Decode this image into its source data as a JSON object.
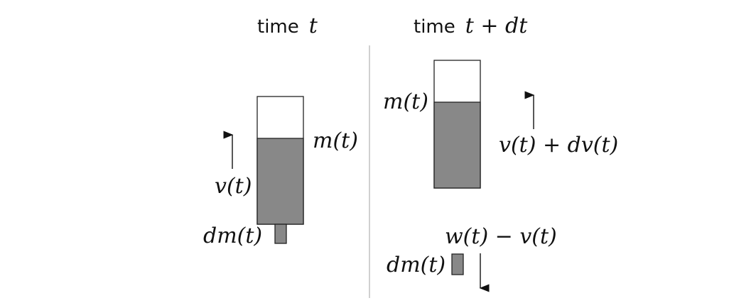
{
  "panels": {
    "left": {
      "title_word": "time",
      "title_var": "t",
      "mass_label": "m(t)",
      "velocity_label": "v(t)",
      "dm_label": "dm(t)"
    },
    "right": {
      "title_word": "time",
      "title_var": "t + dt",
      "mass_label": "m(t)",
      "velocity_label": "v(t) + dv(t)",
      "relative_velocity_label": "w(t) − v(t)",
      "dm_label": "dm(t)"
    }
  },
  "colors": {
    "fuel_fill": "#888888",
    "divider": "#bdbdbd"
  },
  "fill_fraction": 0.66
}
